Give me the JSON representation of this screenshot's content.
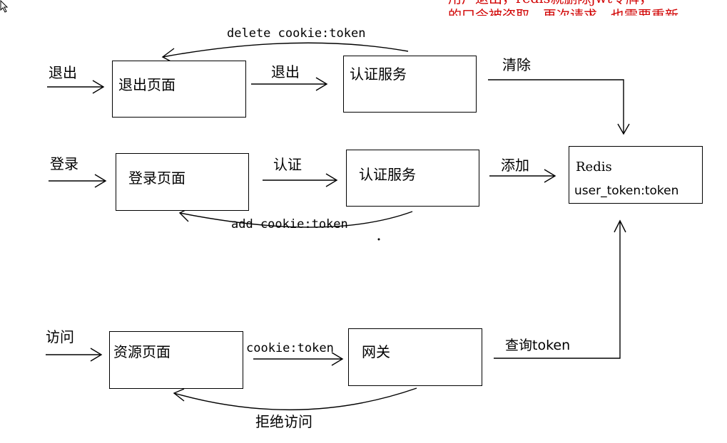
{
  "note": {
    "line1": "用户退出，redis就删除jwt令牌，",
    "line2": "的口令被盗取，再次请求，也需要重新"
  },
  "boxes": {
    "logout_page": "退出页面",
    "auth_service_top": "认证服务",
    "login_page": "登录页面",
    "auth_service_mid": "认证服务",
    "redis_title": "Redis",
    "redis_key": "user_token:token",
    "resource_page": "资源页面",
    "gateway": "网关"
  },
  "labels": {
    "logout_entry": "退出",
    "logout_to_auth": "退出",
    "delete_cookie": "delete cookie:token",
    "clear": "清除",
    "login_entry": "登录",
    "authenticate": "认证",
    "add": "添加",
    "add_cookie": "add cookie:token",
    "visit_entry": "访问",
    "cookie_token": "cookie:token",
    "query_token": "查询token",
    "deny_access": "拒绝访问"
  },
  "colors": {
    "stroke": "#000000",
    "note_text": "#d10000"
  }
}
